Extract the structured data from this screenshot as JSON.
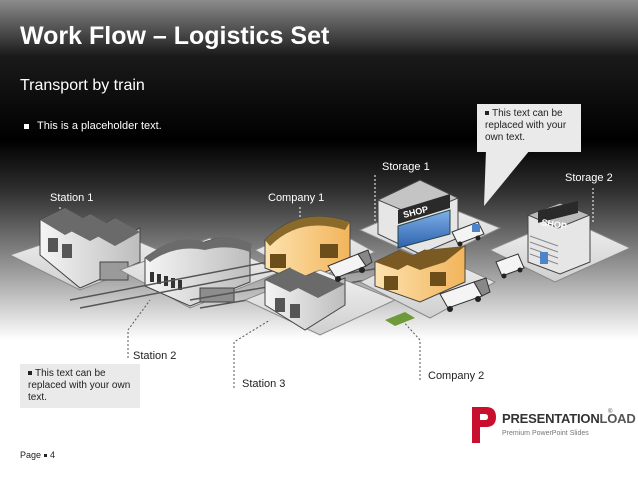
{
  "header": {
    "title": "Work Flow – Logistics Set",
    "subtitle": "Transport by train",
    "bullet": "This is a placeholder text."
  },
  "labels": {
    "station1": "Station 1",
    "company1": "Company 1",
    "storage1": "Storage 1",
    "storage2": "Storage 2",
    "station2": "Station 2",
    "station3": "Station 3",
    "company2": "Company 2"
  },
  "shop_signs": [
    "SHOP",
    "SHOP"
  ],
  "callouts": {
    "top_right": "This text can be replaced with your own text.",
    "bottom_left": "This text can be replaced with your own text."
  },
  "footer": {
    "page_label": "Page",
    "page_number": "4"
  },
  "logo": {
    "name_part1": "PRESENTATION",
    "name_part2": "LOAD",
    "reg": "®",
    "tagline": "Premium PowerPoint Slides"
  },
  "colors": {
    "header_dark": "#000000",
    "company_building": "#f9c97a",
    "shop_window": "#4f84c9",
    "grass": "#6f9a3a",
    "logo_red": "#c8102e",
    "callout_bg": "#eaeaea"
  }
}
